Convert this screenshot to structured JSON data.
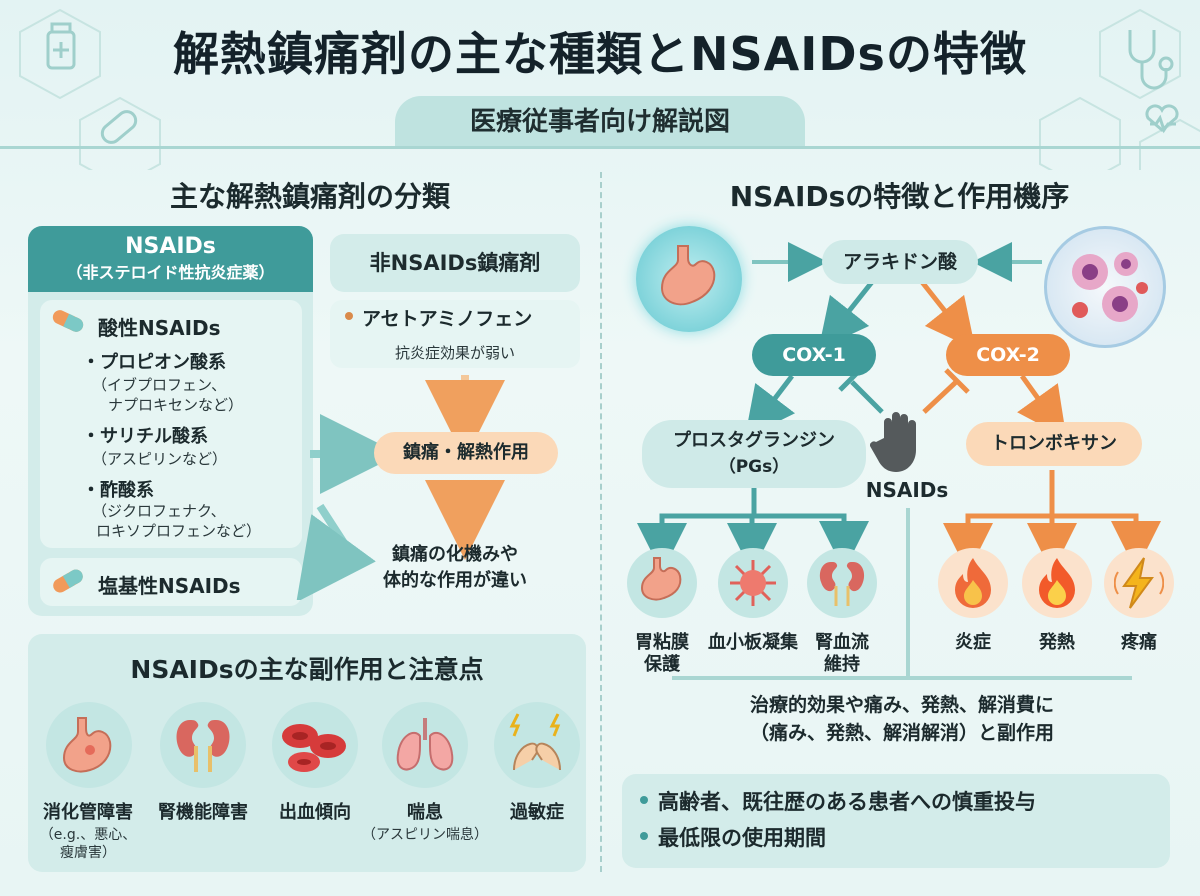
{
  "header": {
    "title": "解熱鎮痛剤の主な種類とNSAIDsの特徴",
    "subtitle": "医療従事者向け解説図"
  },
  "left": {
    "section_title": "主な解熱鎮痛剤の分類",
    "nsaids_box": {
      "title": "NSAIDs",
      "subtitle": "（非ステロイド性抗炎症薬）",
      "acidic_title": "酸性NSAIDs",
      "groups": [
        {
          "name": "・プロピオン酸系",
          "examples": [
            "（イブプロフェン、",
            "ナプロキセンなど）"
          ]
        },
        {
          "name": "・サリチル酸系",
          "examples": [
            "（アスピリンなど）"
          ]
        },
        {
          "name": "・酢酸系",
          "examples": [
            "（ジクロフェナク、",
            "ロキソプロフェンなど）"
          ]
        }
      ],
      "basic_title": "塩基性NSAIDs"
    },
    "non_nsaids_box": {
      "title": "非NSAIDs鎮痛剤",
      "drug": "アセトアミノフェン",
      "note": "抗炎症効果が弱い"
    },
    "effect_label": "鎮痛・解熱作用",
    "mechanism_note": [
      "鎮痛の化機みや",
      "体的な作用が違い"
    ],
    "side_effects": {
      "title": "NSAIDsの主な副作用と注意点",
      "items": [
        {
          "label": "消化管障害",
          "note": [
            "（e.g.、悪心、",
            "瘦膚害）"
          ],
          "icon": "stomach-icon"
        },
        {
          "label": "腎機能障害",
          "note": [],
          "icon": "kidney-icon"
        },
        {
          "label": "出血傾向",
          "note": [],
          "icon": "blood-cell-icon"
        },
        {
          "label": "喘息",
          "note": [
            "（アスピリン喘息）"
          ],
          "icon": "lungs-icon"
        },
        {
          "label": "過敏症",
          "note": [],
          "icon": "allergy-icon"
        }
      ]
    }
  },
  "right": {
    "section_title": "NSAIDsの特徴と作用機序",
    "arachidonic": "アラキドン酸",
    "cox1": "COX-1",
    "cox2": "COX-2",
    "pg": [
      "プロスタグランジン",
      "（PGs）"
    ],
    "tx": "トロンボキサン",
    "nsaids_label": "NSAIDs",
    "cox1_effects": [
      {
        "label": [
          "胃粘膜",
          "保護"
        ],
        "icon": "stomach-icon"
      },
      {
        "label": [
          "血小板凝集"
        ],
        "icon": "platelet-icon"
      },
      {
        "label": [
          "腎血流",
          "維持"
        ],
        "icon": "kidney-icon"
      }
    ],
    "cox2_effects": [
      {
        "label": [
          "炎症"
        ],
        "icon": "flame-icon"
      },
      {
        "label": [
          "発熱"
        ],
        "icon": "fire-icon"
      },
      {
        "label": [
          "疼痛"
        ],
        "icon": "lightning-icon"
      }
    ],
    "summary": [
      "治療的効果や痛み、発熱、解消費に",
      "（痛み、発熱、解消解消）と副作用"
    ],
    "cautions": [
      "高齢者、既往歴のある患者への慎重投与",
      "最低限の使用期間"
    ]
  },
  "colors": {
    "teal": "#3f9b9a",
    "orange": "#f0a05e",
    "light_teal": "#d3ecea"
  }
}
